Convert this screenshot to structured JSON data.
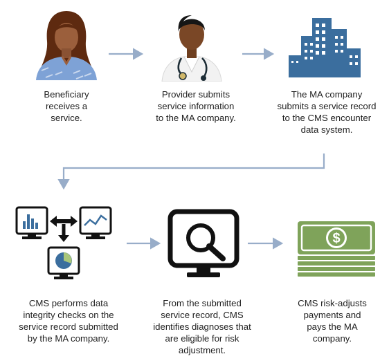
{
  "steps": [
    {
      "id": "beneficiary",
      "icon": "person-icon",
      "lines": [
        "Beneficiary",
        "receives a",
        "service."
      ]
    },
    {
      "id": "provider",
      "icon": "doctor-icon",
      "lines": [
        "Provider submits",
        "service information",
        "to the MA company."
      ]
    },
    {
      "id": "ma-company",
      "icon": "office-buildings-icon",
      "lines": [
        "The MA company",
        "submits a service record",
        "to the CMS encounter",
        "data system."
      ]
    },
    {
      "id": "integrity",
      "icon": "computer-monitors-icon",
      "lines": [
        "CMS performs data",
        "integrity checks on the",
        "service record submitted",
        "by the MA company."
      ]
    },
    {
      "id": "diagnoses",
      "icon": "magnifier-monitor-icon",
      "lines": [
        "From the submitted",
        "service record, CMS",
        "identifies diagnoses that",
        "are eligible for risk",
        "adjustment."
      ]
    },
    {
      "id": "payment",
      "icon": "money-stack-icon",
      "lines": [
        "CMS risk-adjusts",
        "payments and",
        "pays the MA",
        "company."
      ]
    }
  ],
  "colors": {
    "arrow": "#98adc9",
    "building": "#3b6e9e",
    "monitor_frame": "#111111",
    "money": "#7fa35a",
    "skin": "#9b5f3c",
    "hair": "#5e2a10",
    "shirt": "#7ea2d6"
  },
  "glyphs": {
    "dollar": "$"
  }
}
